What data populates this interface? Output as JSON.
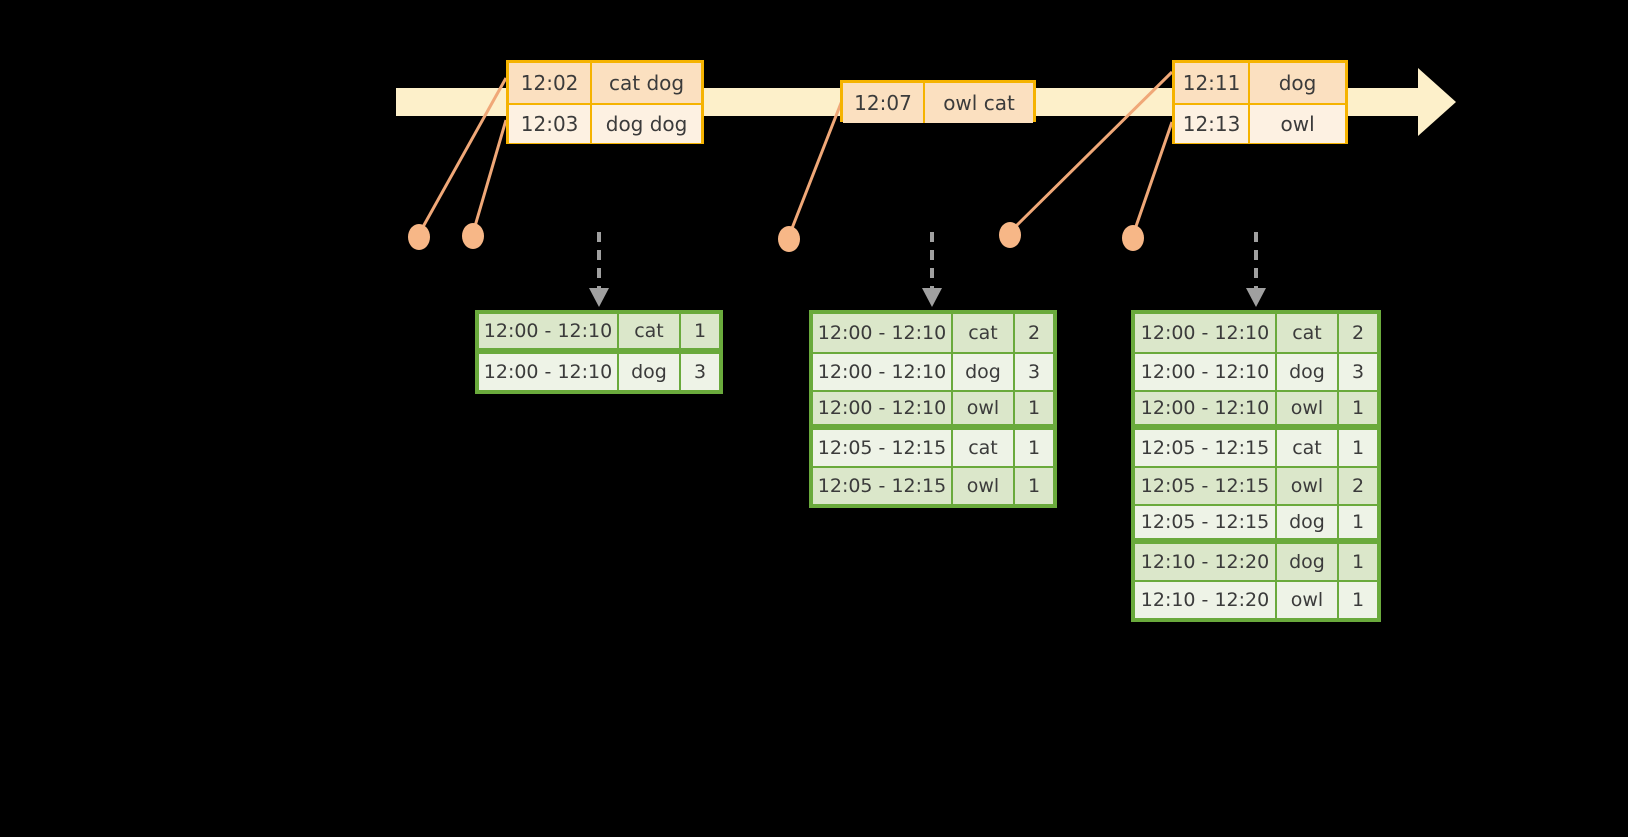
{
  "timeline": {
    "arrow_icon": "right-arrow-icon",
    "events": [
      {
        "id": "event-box-1",
        "rows": [
          {
            "time": "12:02",
            "words": "cat dog"
          },
          {
            "time": "12:03",
            "words": "dog dog"
          }
        ]
      },
      {
        "id": "event-box-2",
        "rows": [
          {
            "time": "12:07",
            "words": "owl cat"
          }
        ]
      },
      {
        "id": "event-box-3",
        "rows": [
          {
            "time": "12:11",
            "words": "dog"
          },
          {
            "time": "12:13",
            "words": "owl"
          }
        ]
      }
    ]
  },
  "dots": [
    {
      "name": "source-dot-1"
    },
    {
      "name": "source-dot-2"
    },
    {
      "name": "source-dot-3"
    },
    {
      "name": "source-dot-4"
    },
    {
      "name": "source-dot-5"
    }
  ],
  "results": [
    {
      "id": "result-table-1",
      "rows": [
        {
          "window": "12:00 - 12:10",
          "key": "cat",
          "count": "1"
        },
        {
          "window": "12:00 - 12:10",
          "key": "dog",
          "count": "3"
        }
      ]
    },
    {
      "id": "result-table-2",
      "rows": [
        {
          "window": "12:00 - 12:10",
          "key": "cat",
          "count": "2"
        },
        {
          "window": "12:00 - 12:10",
          "key": "dog",
          "count": "3"
        },
        {
          "window": "12:00 - 12:10",
          "key": "owl",
          "count": "1"
        },
        {
          "window": "12:05 - 12:15",
          "key": "cat",
          "count": "1"
        },
        {
          "window": "12:05 - 12:15",
          "key": "owl",
          "count": "1"
        }
      ]
    },
    {
      "id": "result-table-3",
      "rows": [
        {
          "window": "12:00 - 12:10",
          "key": "cat",
          "count": "2"
        },
        {
          "window": "12:00 - 12:10",
          "key": "dog",
          "count": "3"
        },
        {
          "window": "12:00 - 12:10",
          "key": "owl",
          "count": "1"
        },
        {
          "window": "12:05 - 12:15",
          "key": "cat",
          "count": "1"
        },
        {
          "window": "12:05 - 12:15",
          "key": "owl",
          "count": "2"
        },
        {
          "window": "12:05 - 12:15",
          "key": "dog",
          "count": "1"
        },
        {
          "window": "12:10 - 12:20",
          "key": "dog",
          "count": "1"
        },
        {
          "window": "12:10 - 12:20",
          "key": "owl",
          "count": "1"
        }
      ]
    }
  ],
  "colors": {
    "background": "#000000",
    "timeline_fill": "#fdf0ca",
    "event_border": "#f5b301",
    "event_shade_a": "#fbe0c0",
    "event_shade_b": "#fdf1e2",
    "dot": "#f7b787",
    "connector": "#f0a878",
    "table_border": "#6aaa3c",
    "table_shade": "#dbe7ca",
    "table_plain": "#eef3e7",
    "down_arrow": "#a0a0a0",
    "text": "#3b3b3b"
  }
}
